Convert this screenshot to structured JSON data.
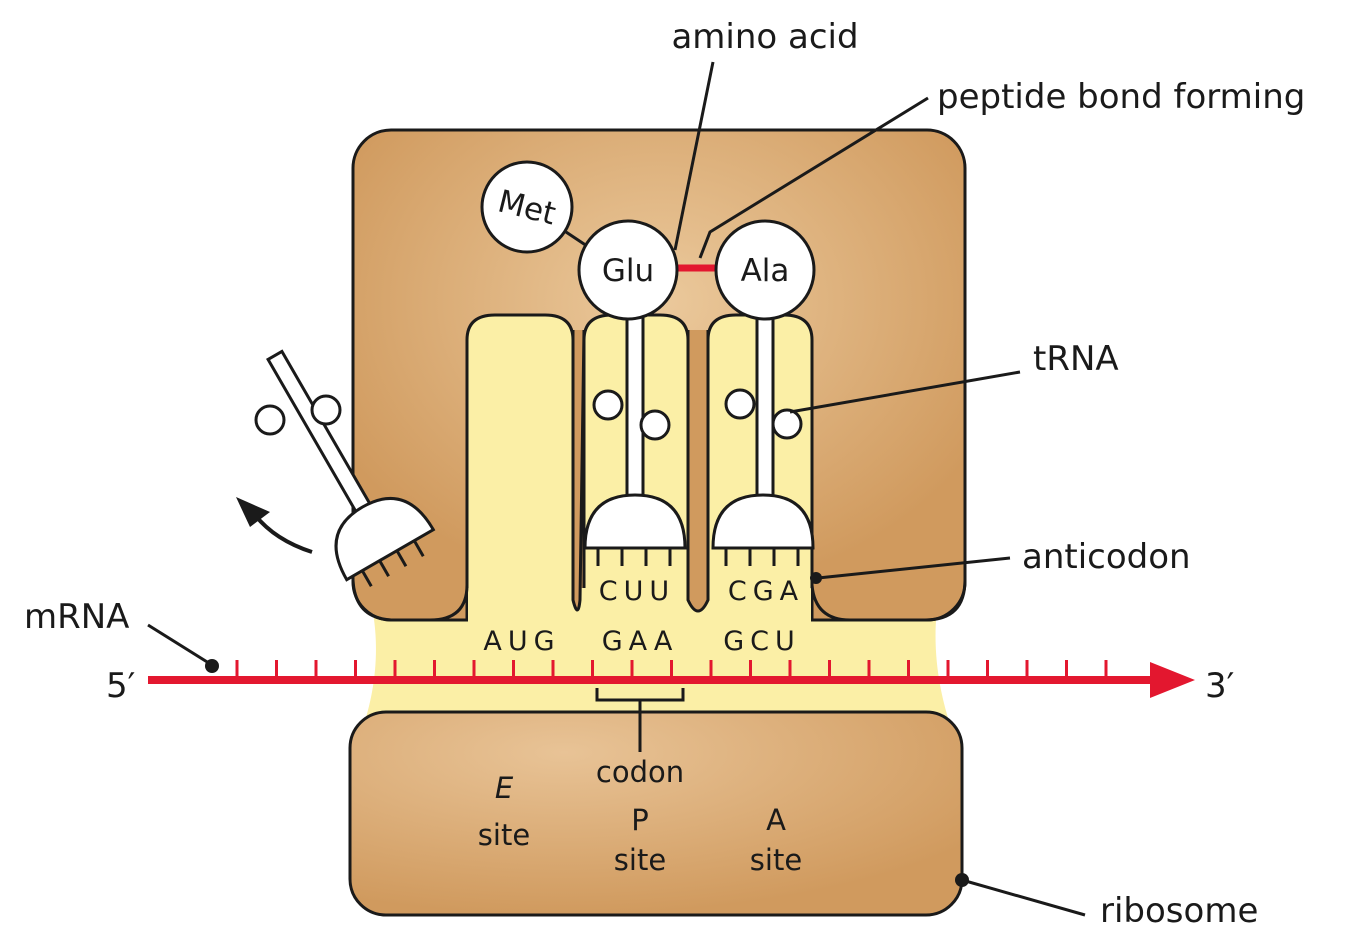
{
  "labels": {
    "amino_acid": "amino acid",
    "peptide_bond": "peptide bond forming",
    "trna": "tRNA",
    "anticodon": "anticodon",
    "mrna": "mRNA",
    "five_prime": "5′",
    "three_prime": "3′",
    "codon": "codon",
    "ribosome": "ribosome"
  },
  "amino_acids": {
    "met": "Met",
    "glu": "Glu",
    "ala": "Ala"
  },
  "anticodons": {
    "p_site": "CUU",
    "a_site": "CGA"
  },
  "codons": {
    "e_site": "AUG",
    "p_site": "GAA",
    "a_site": "GCU"
  },
  "sites": {
    "e": {
      "letter": "E",
      "word": "site"
    },
    "p": {
      "letter": "P",
      "word": "site"
    },
    "a": {
      "letter": "A",
      "word": "site"
    }
  },
  "colors": {
    "ribosome": "#d09a5e",
    "ribosome_center": "#ebc99c",
    "channel": "#fbefa6",
    "mrna": "#e3172f",
    "outline": "#1a1a1a"
  }
}
